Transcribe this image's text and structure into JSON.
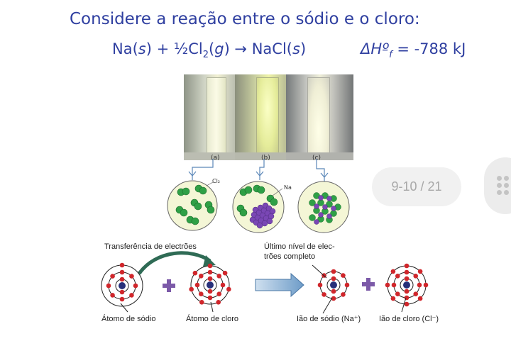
{
  "slide": {
    "title": "Considere a reação entre o sódio e o cloro:",
    "equation": {
      "na": "Na(",
      "s1": "s",
      "plus_half_cl": ") + ½Cl",
      "sub2": "2",
      "g_open": "(",
      "g": "g",
      "arrow_part": ") → NaCl(",
      "s2": "s",
      "close": ")",
      "dh": "ΔHº",
      "dh_sub": "f",
      "dh_value": " = -788 kJ"
    },
    "photo_captions": [
      "(a)",
      "(b)",
      "(c)"
    ],
    "molecule_labels": {
      "cl2": "Cl₂",
      "na": "Na"
    },
    "diagram": {
      "transfer_label": "Transferência de electrões",
      "last_level_label_line1": "Último nível de  elec-",
      "last_level_label_line2": "trões completo",
      "atom_sodium": "Átomo de sódio",
      "atom_chlorine": "Átomo de cloro",
      "ion_sodium": "Ião de sódio (Na⁺)",
      "ion_chlorine": "Ião de cloro (Cl⁻)"
    }
  },
  "pager": {
    "label": "9-10 / 21"
  },
  "colors": {
    "title": "#2f3fa0",
    "chlorine": "#2fa046",
    "sodium": "#7a47b5",
    "electron": "#d0262b",
    "nucleus": "#27307a",
    "plus": "#7c5aa8",
    "arrow": "#5b87b8"
  },
  "icons": [
    "more-dots-icon",
    "transfer-arrow-icon",
    "reaction-arrow-icon",
    "plus-icon"
  ]
}
